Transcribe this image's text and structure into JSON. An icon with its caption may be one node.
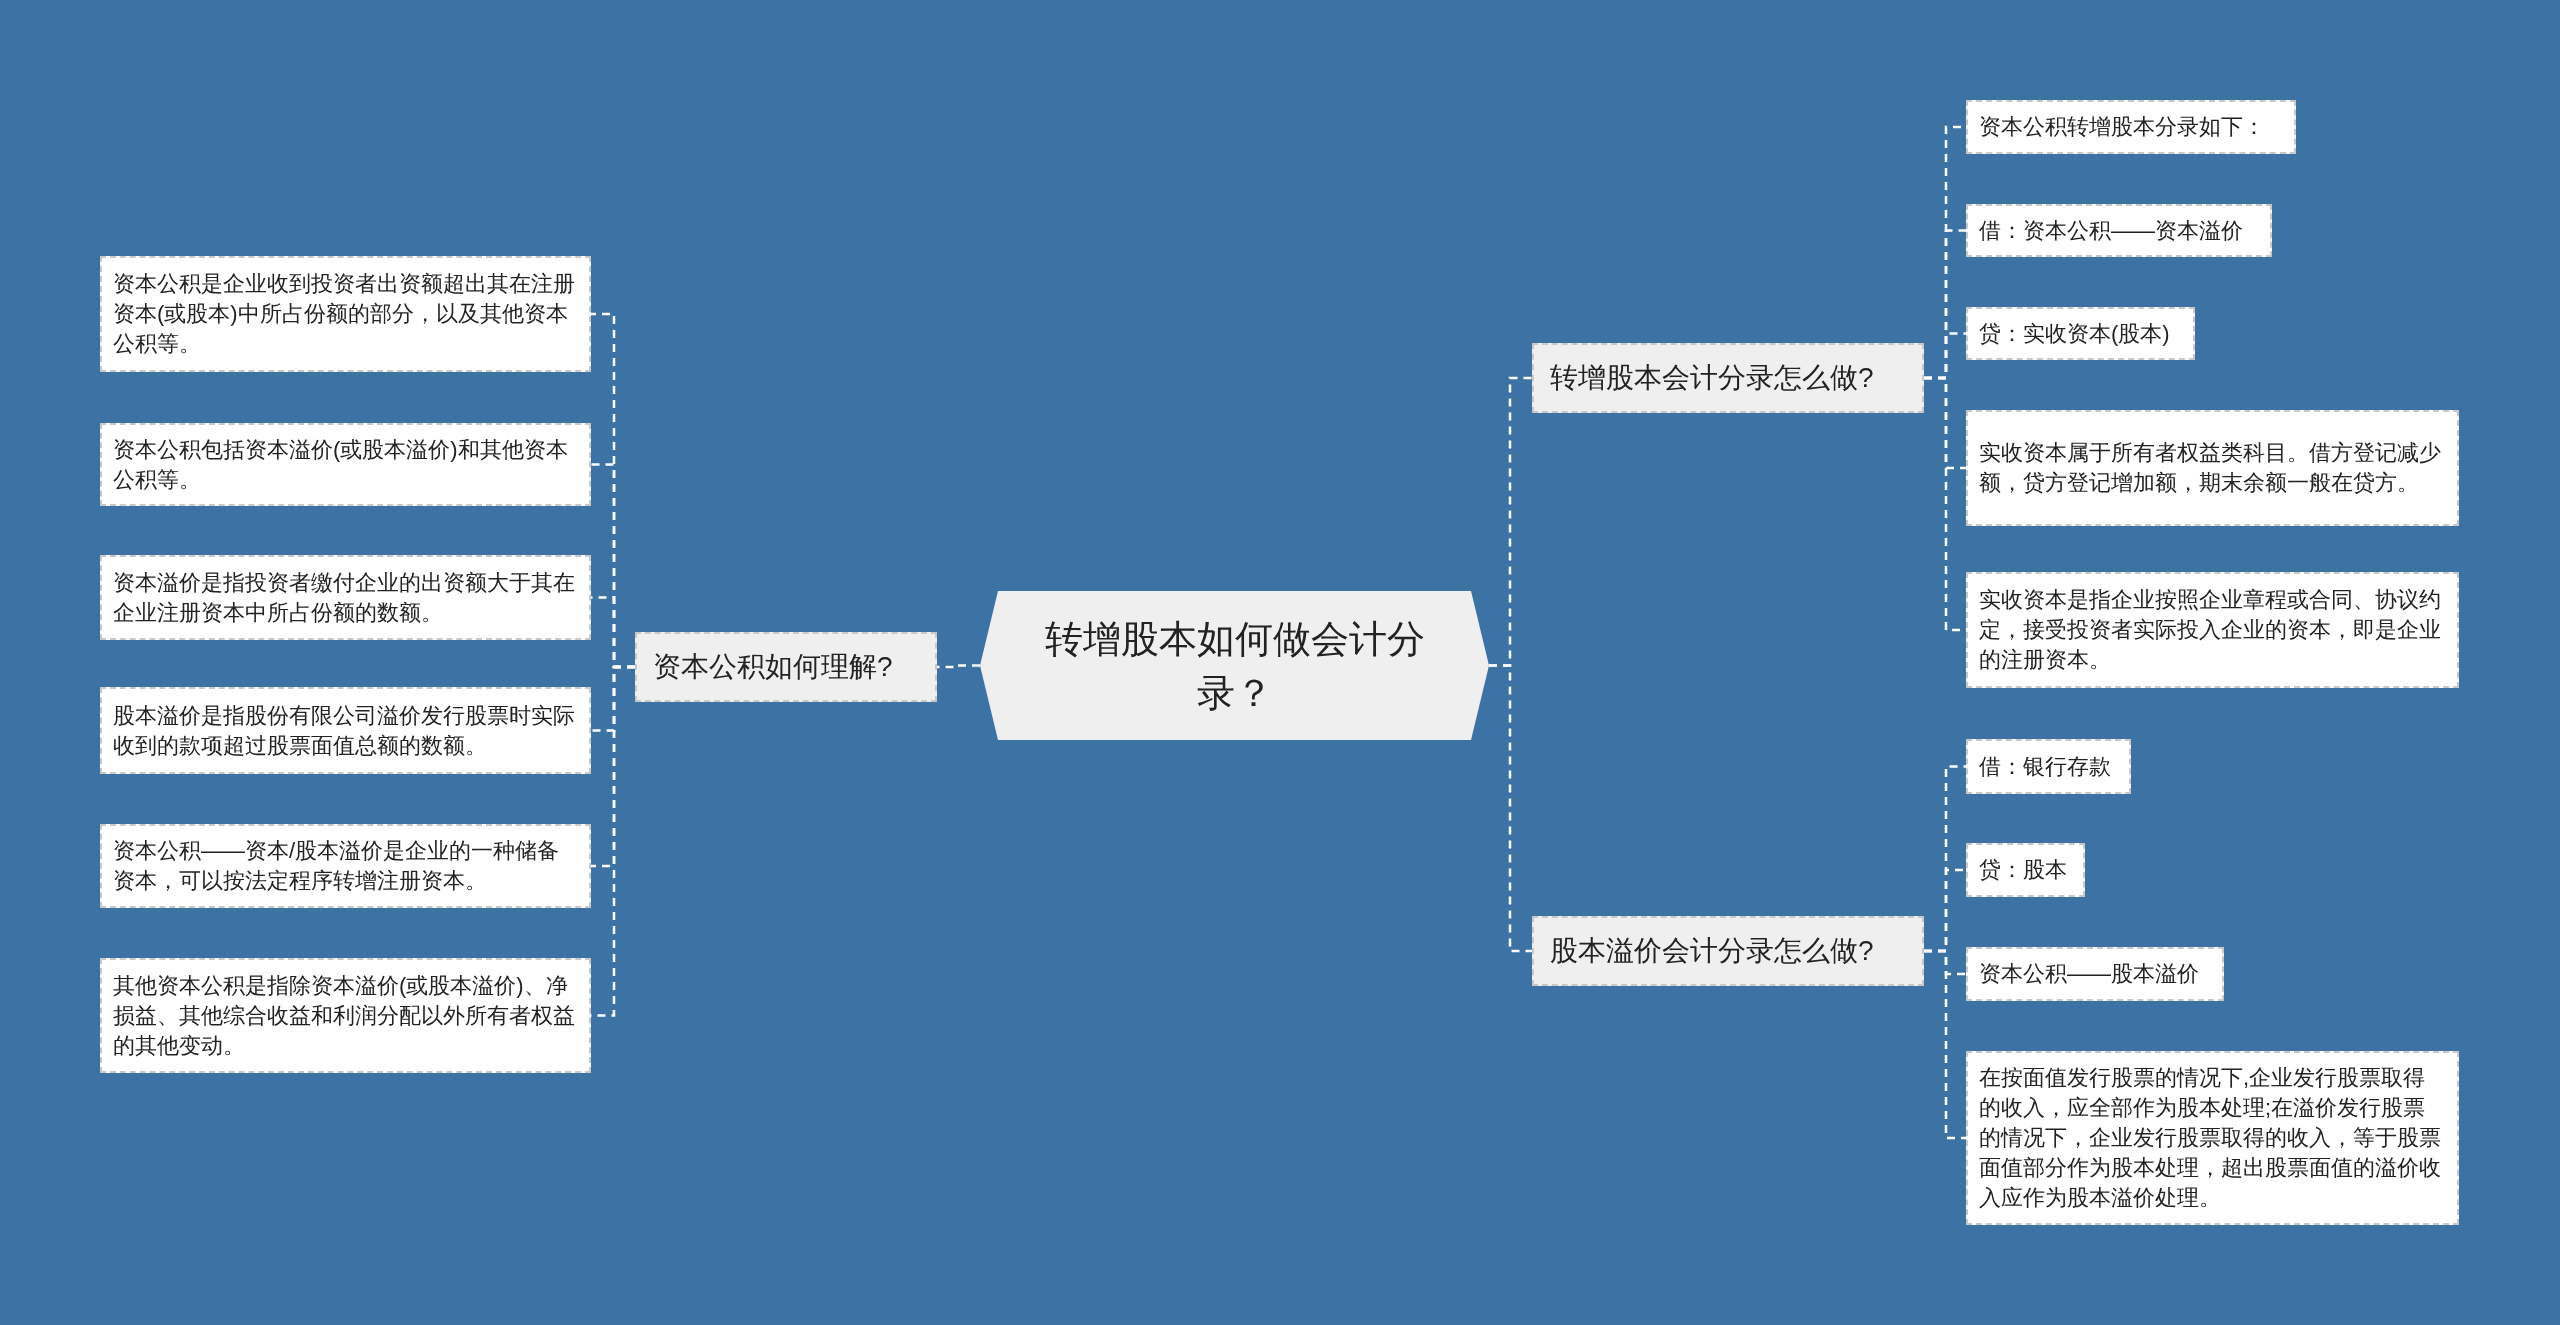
{
  "diagram": {
    "nodes": [
      {
        "text": [
          "转增股本如何做会计分录？"
        ]
      },
      {
        "text": [
          "资本公积如何理解?"
        ]
      },
      {
        "text": [
          "资本公积是企业收到投资者出资额超出其在注册资本(或股本)中所占份额的部分，以及其他资本公积等。"
        ]
      },
      {
        "text": [
          "资本公积包括资本溢价(或股本溢价)和其他资本公积等。"
        ]
      },
      {
        "text": [
          "资本溢价是指投资者缴付企业的出资额大于其在企业注册资本中所占份额的数额。"
        ]
      },
      {
        "text": [
          "股本溢价是指股份有限公司溢价发行股票时实际收到的款项超过股票面值总额的数额。"
        ]
      },
      {
        "text": [
          "资本公积——资本/股本溢价是企业的一种储备资本，可以按法定程序转增注册资本。"
        ]
      },
      {
        "text": [
          "其他资本公积是指除资本溢价(或股本溢价)、净损益、其他综合收益和利润分配以外所有者权益的其他变动。"
        ]
      },
      {
        "text": [
          "转增股本会计分录怎么做?"
        ]
      },
      {
        "text": [
          "资本公积转增股本分录如下："
        ]
      },
      {
        "text": [
          "借：资本公积——资本溢价"
        ]
      },
      {
        "text": [
          "贷：实收资本(股本)"
        ]
      },
      {
        "text": [
          "实收资本属于所有者权益类科目。借方登记减少额，贷方登记增加额，期末余额一般在贷方。"
        ]
      },
      {
        "text": [
          "实收资本是指企业按照企业章程或合同、协议约定，接受投资者实际投入企业的资本，即是企业的注册资本。"
        ]
      },
      {
        "text": [
          "股本溢价会计分录怎么做?"
        ]
      },
      {
        "text": [
          "借：银行存款"
        ]
      },
      {
        "text": [
          "贷：股本"
        ]
      },
      {
        "text": [
          "资本公积——股本溢价"
        ]
      },
      {
        "text": [
          "在按面值发行股票的情况下,企业发行股票取得的收入，应全部作为股本处理;在溢价发行股票的情况下，企业发行股票取得的收入，等于股票面值部分作为股本处理，超出股票面值的溢价收入应作为股本溢价处理。"
        ]
      }
    ],
    "edges": [
      {
        "from": 0,
        "to": 1,
        "arrow": "none"
      },
      {
        "from": 1,
        "to": 2,
        "arrow": "none"
      },
      {
        "from": 1,
        "to": 3,
        "arrow": "none"
      },
      {
        "from": 1,
        "to": 4,
        "arrow": "none"
      },
      {
        "from": 1,
        "to": 5,
        "arrow": "none"
      },
      {
        "from": 1,
        "to": 6,
        "arrow": "none"
      },
      {
        "from": 1,
        "to": 7,
        "arrow": "none"
      },
      {
        "from": 0,
        "to": 8,
        "arrow": "none"
      },
      {
        "from": 8,
        "to": 9,
        "arrow": "none"
      },
      {
        "from": 8,
        "to": 10,
        "arrow": "none"
      },
      {
        "from": 8,
        "to": 11,
        "arrow": "none"
      },
      {
        "from": 8,
        "to": 12,
        "arrow": "none"
      },
      {
        "from": 8,
        "to": 13,
        "arrow": "none"
      },
      {
        "from": 0,
        "to": 14,
        "arrow": "none"
      },
      {
        "from": 14,
        "to": 15,
        "arrow": "none"
      },
      {
        "from": 14,
        "to": 16,
        "arrow": "none"
      },
      {
        "from": 14,
        "to": 17,
        "arrow": "none"
      },
      {
        "from": 14,
        "to": 18,
        "arrow": "none"
      }
    ]
  }
}
